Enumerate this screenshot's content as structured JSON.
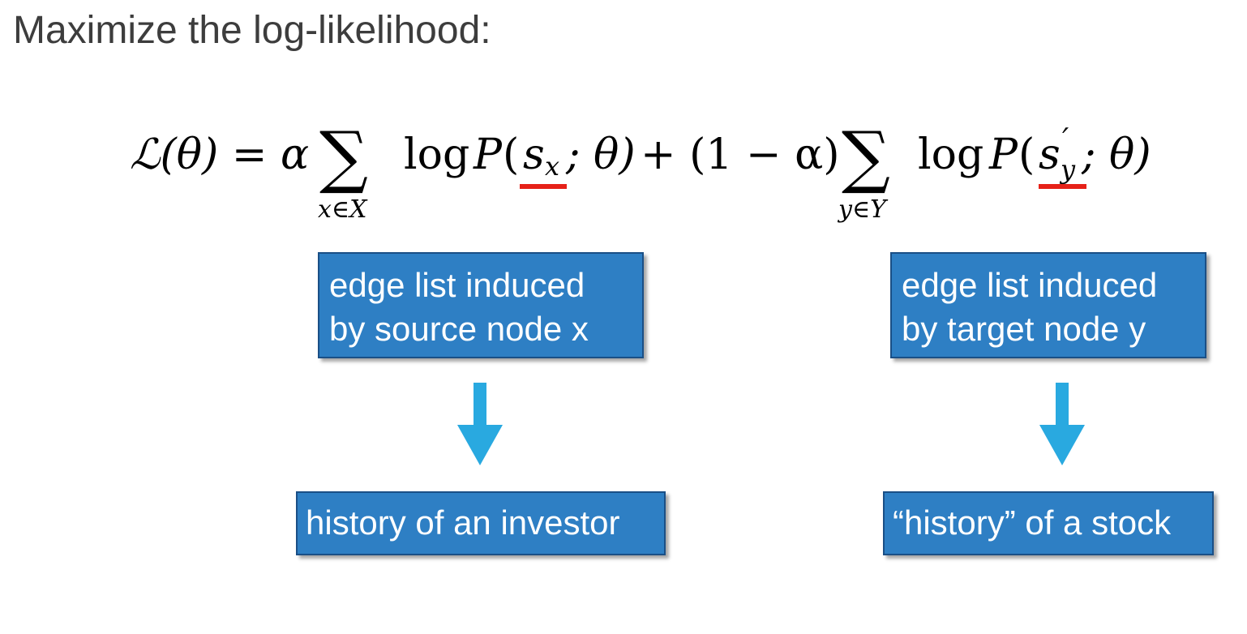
{
  "heading": "Maximize the log-likelihood:",
  "formula": {
    "lhs": "ℒ(θ) = α",
    "sum": "∑",
    "sum1_sub": "x∈X",
    "term1_log": "log",
    "term1_P": "P",
    "term1_open": "(",
    "term1_s": "s",
    "term1_s_sub": "x",
    "term1_rest": "; θ)",
    "middle": "+ (1 − α)",
    "sum2_sub": "y∈Y",
    "term2_log": "log",
    "term2_P": "P",
    "term2_open": "(",
    "term2_s": "s",
    "term2_prime": "′",
    "term2_s_sub": "y",
    "term2_rest": "; θ)"
  },
  "boxes": {
    "source_edges": {
      "line1": "edge list induced",
      "line2": "by source node x"
    },
    "target_edges": {
      "line1": "edge list induced",
      "line2": "by target node y"
    },
    "investor_history": "history of an investor",
    "stock_history": "“history” of a stock"
  },
  "colors": {
    "box_fill": "#2e7fc4",
    "box_border": "#1a4f86",
    "arrow": "#29a9e0",
    "underline": "#e62118"
  },
  "icons": {
    "arrow": "down-arrow-icon"
  }
}
